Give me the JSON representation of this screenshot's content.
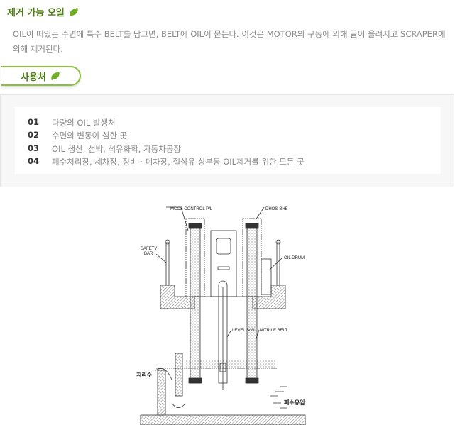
{
  "section_title": "제거 가능 오일",
  "description": "OIL이 떠있는 수면에 특수 BELT를 담그면, BELT에 OIL이 묻는다. 이것은 MOTOR의 구동에 의해 끌어 올려지고 SCRAPER에 의해 제거된다.",
  "usage_button": "사용처",
  "usage_items": [
    {
      "num": "01",
      "text": "다량의 OIL 발생처"
    },
    {
      "num": "02",
      "text": "수면의 변동이 심한 곳"
    },
    {
      "num": "03",
      "text": "OIL 생산, 선박, 석유화학, 자동차공장"
    },
    {
      "num": "04",
      "text": "폐수처리장, 세차장, 정비 · 폐차장, 절삭유 상부등 OIL제거를 위한 모든 곳"
    }
  ],
  "diagram": {
    "mcc": "MCC& CONTROL P/L",
    "dhos": "DHOS-BHB",
    "safety1": "SAFETY",
    "safety2": "BAR",
    "oil_drum": "OIL DRUM",
    "level": "LEVEL S/W",
    "belt": "NITRILE BELT",
    "treated": "치리수",
    "inflow": "폐수유입"
  }
}
